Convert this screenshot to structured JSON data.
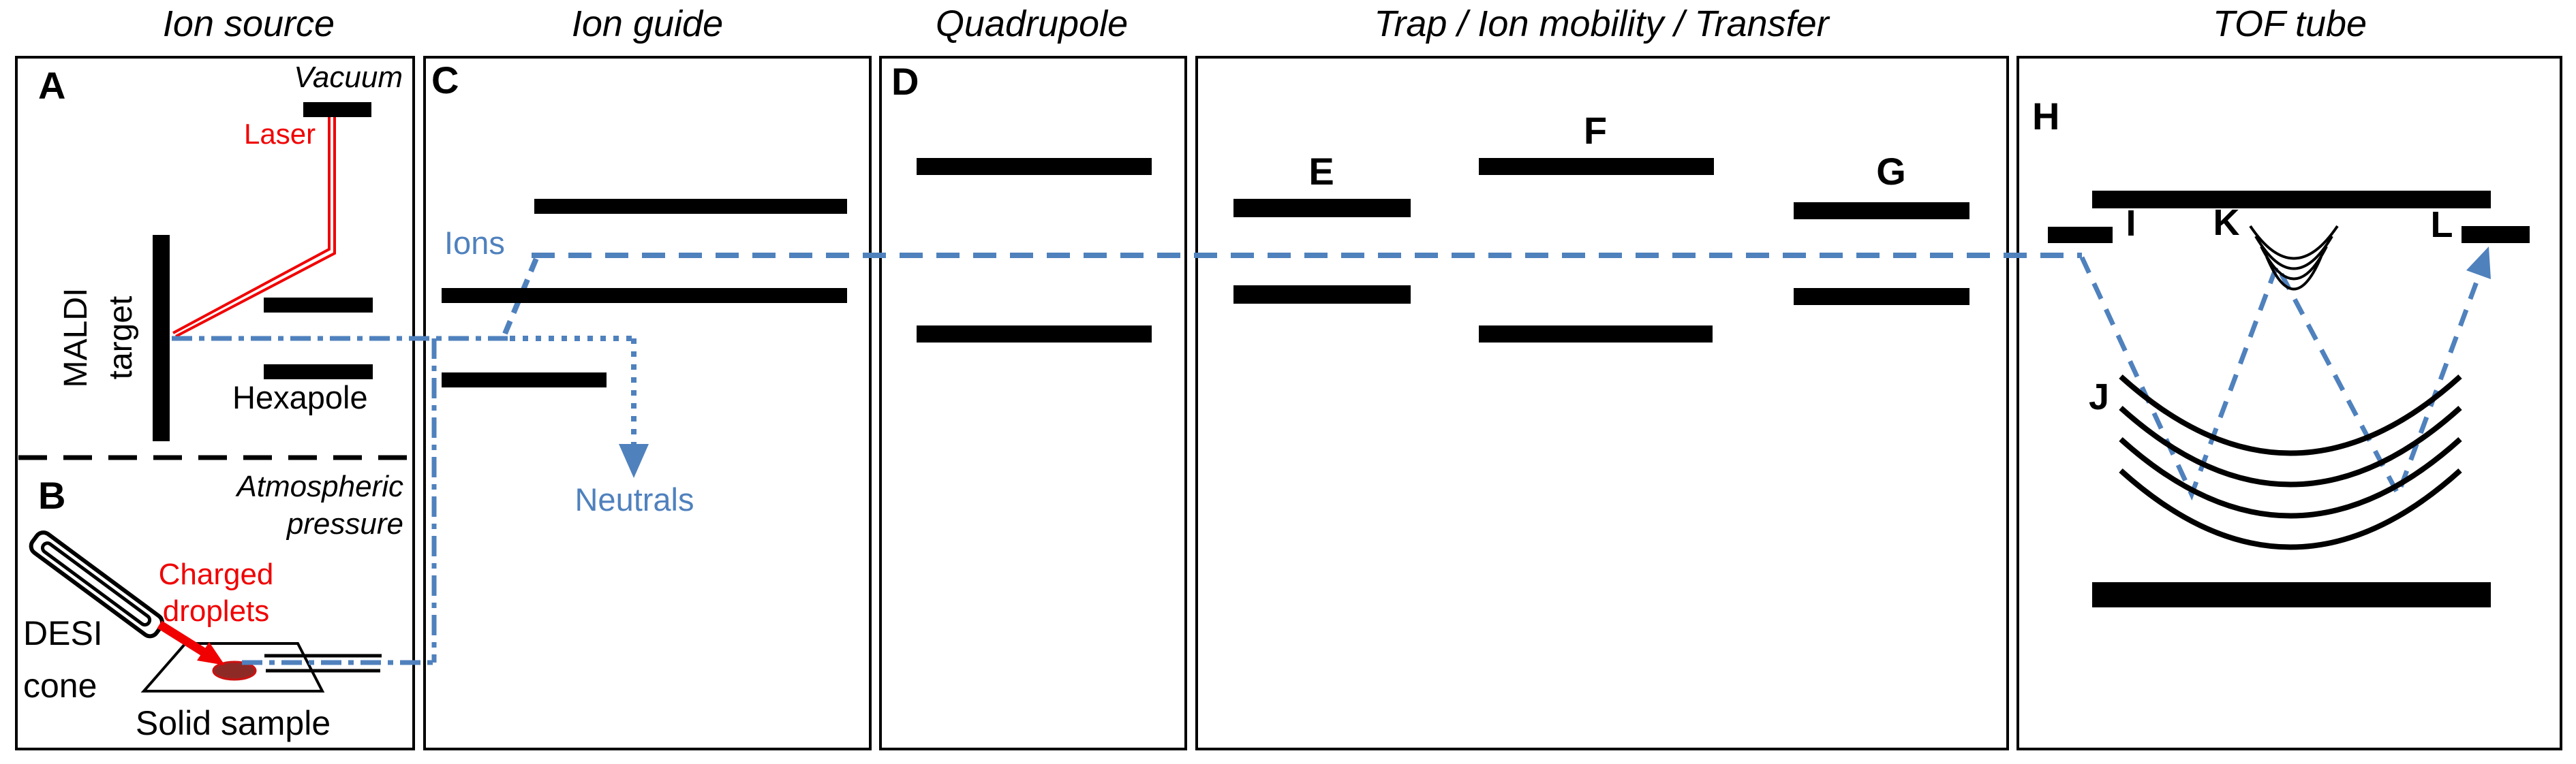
{
  "title": "Mass spectrometer schematic (ion source to TOF tube)",
  "colors": {
    "accent_blue": "#4f81bd",
    "laser_red": "#f00000",
    "droplet_fill": "#8e2a26",
    "line_black": "#000000"
  },
  "headers": [
    {
      "text": "Ion source"
    },
    {
      "text": "Ion guide"
    },
    {
      "text": "Quadrupole"
    },
    {
      "text": "Trap  /  Ion mobility  /  Transfer"
    },
    {
      "text": "TOF tube"
    }
  ],
  "panel_a": {
    "letter": "A",
    "region_label": "Vacuum",
    "laser_label": "Laser",
    "target_label_line1": "MALDI",
    "target_label_line2": "target",
    "hexapole_label": "Hexapole"
  },
  "panel_b": {
    "letter": "B",
    "region_label_line1": "Atmospheric",
    "region_label_line2": "pressure",
    "sprayer_label_line1": "DESI",
    "sprayer_label_line2": "cone",
    "droplets_label_line1": "Charged",
    "droplets_label_line2": "droplets",
    "sample_label": "Solid sample"
  },
  "panel_c": {
    "letter": "C",
    "ions_label": "Ions",
    "neutrals_label": "Neutrals"
  },
  "panel_d": {
    "letter": "D"
  },
  "panel_trap": {
    "e_label": "E",
    "f_label": "F",
    "g_label": "G"
  },
  "panel_h": {
    "letter": "H",
    "i_label": "I",
    "j_label": "J",
    "k_label": "K",
    "l_label": "L"
  }
}
